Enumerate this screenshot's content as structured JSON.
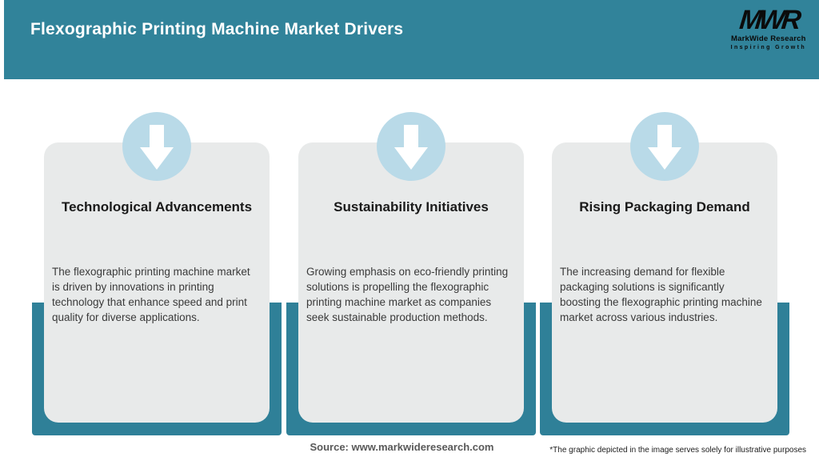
{
  "header": {
    "title": "Flexographic Printing Machine Market Drivers",
    "logo": {
      "acronym": "MWR",
      "name": "MarkWide Research",
      "tagline": "Inspiring Growth"
    }
  },
  "cards": [
    {
      "icon": "down-arrow-icon",
      "title": "Technological Advancements",
      "description": "The flexographic printing machine market is driven by innovations in printing technology that enhance speed and print quality for diverse applications."
    },
    {
      "icon": "down-arrow-icon",
      "title": "Sustainability Initiatives",
      "description": "Growing emphasis on eco-friendly printing solutions is propelling the flexographic printing machine market as companies seek sustainable production methods."
    },
    {
      "icon": "down-arrow-icon",
      "title": "Rising Packaging Demand",
      "description": "The increasing demand for flexible packaging solutions is significantly boosting the flexographic printing machine market across various industries."
    }
  ],
  "footer": {
    "source": "Source: www.markwideresearch.com",
    "disclaimer": "*The graphic depicted in the image serves solely for illustrative purposes"
  },
  "colors": {
    "teal": "#31839a",
    "teal_dark": "#2f8098",
    "card_bg": "#e8eaea",
    "circle_blue": "#b9dae8",
    "title_color": "#1a1a1a",
    "body_color": "#3a3a3a",
    "source_color": "#595959",
    "disclaimer_color": "#1c1c1c"
  }
}
